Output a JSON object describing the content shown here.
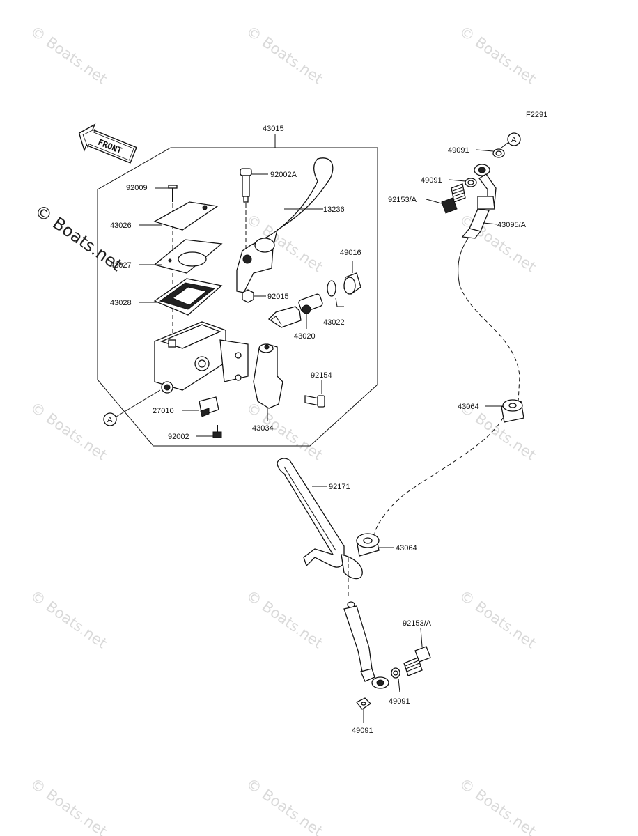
{
  "figure_code": "F2291",
  "front_label": "FRONT",
  "watermark": "© Boats.net",
  "callout_letter": "A",
  "parts": {
    "assembly_43015": "43015",
    "screw_92009": "92009",
    "cap_43026": "43026",
    "plate_43027": "43027",
    "diaphragm_43028": "43028",
    "bolt_92002a": "92002A",
    "lever_13236": "13236",
    "nut_92015": "92015",
    "boot_49016": "49016",
    "circlip_43022": "43022",
    "piston_43020": "43020",
    "bolt_92154": "92154",
    "holder_43034": "43034",
    "switch_27010": "27010",
    "screw_92002": "92002",
    "gasket_49091_top1": "49091",
    "gasket_49091_top2": "49091",
    "banjo_92153a_top": "92153/A",
    "hose_43095a": "43095/A",
    "grommet_43064_right": "43064",
    "clamp_92171": "92171",
    "grommet_43064_mid": "43064",
    "banjo_92153a_bottom": "92153/A",
    "gasket_49091_bottom1": "49091",
    "gasket_49091_bottom2": "49091"
  }
}
